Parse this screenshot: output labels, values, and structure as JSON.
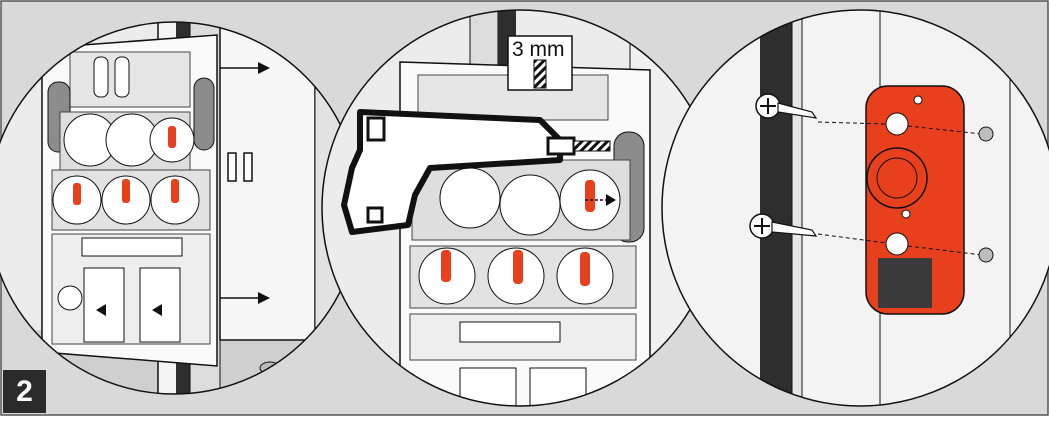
{
  "figure": {
    "step_number": "2",
    "drill_bit_label": "3 mm",
    "colors": {
      "frame_bg": "#d9d9d9",
      "wall": "#ececec",
      "door_edge": "#2e2e2e",
      "device_red": "#e8401c",
      "device_dark": "#3a3a3a",
      "template_gray": "#8c8c8c",
      "line": "#111111"
    },
    "panels": [
      {
        "name": "template-attached-to-door-frame",
        "icons": [
          "arrow-right-icon",
          "arrow-right-icon"
        ]
      },
      {
        "name": "drill-holes-through-template",
        "icons": [
          "drill-icon",
          "drill-bit-icon"
        ]
      },
      {
        "name": "screw-detector-to-frame",
        "icons": [
          "screw-icon",
          "screw-icon"
        ]
      }
    ]
  }
}
